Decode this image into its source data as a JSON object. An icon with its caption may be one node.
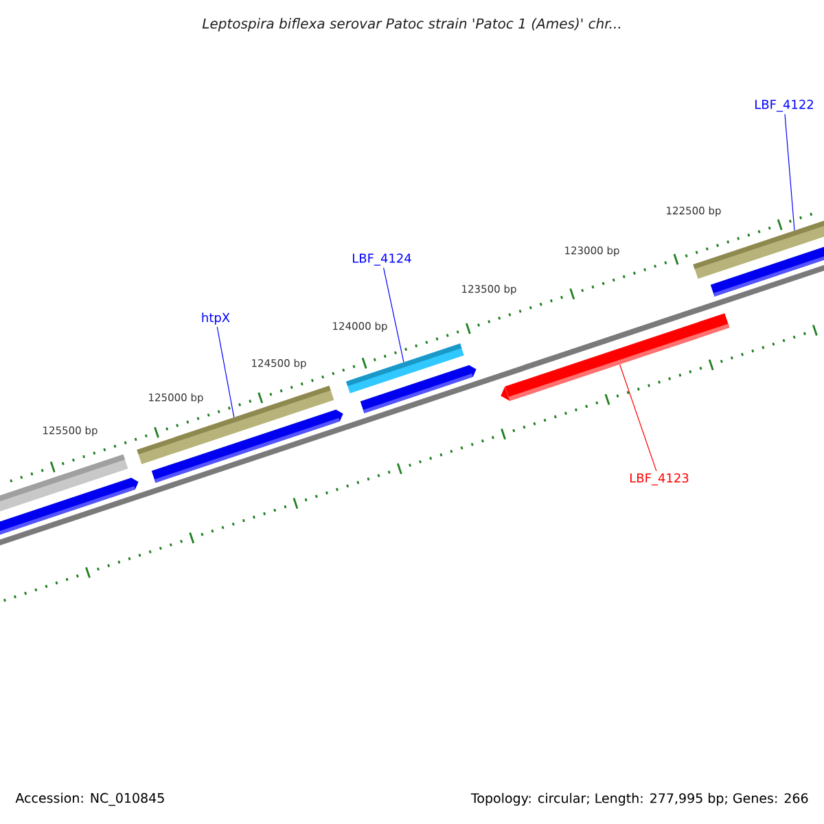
{
  "diagram": {
    "title": "Leptospira biflexa serovar Patoc strain 'Patoc 1 (Ames)' chr...",
    "nodes": [
      {
        "text": [
          "htpX"
        ]
      },
      {
        "text": [],
        "shape": "bar"
      },
      {
        "text": [
          "LBF_4124"
        ]
      },
      {
        "text": [],
        "shape": "bar"
      },
      {
        "text": [
          "LBF_4122"
        ]
      },
      {
        "text": [],
        "shape": "bar"
      },
      {
        "text": [
          "LBF_4123"
        ]
      },
      {
        "text": [],
        "shape": "bar"
      }
    ],
    "edges": [
      {
        "from": 0,
        "to": 1,
        "arrow": "none"
      },
      {
        "from": 2,
        "to": 3,
        "arrow": "none"
      },
      {
        "from": 4,
        "to": 5,
        "arrow": "none"
      },
      {
        "from": 6,
        "to": 7,
        "arrow": "none",
        "color": "#ff0000"
      }
    ],
    "labels": [
      "122500 bp",
      "123000 bp",
      "123500 bp",
      "124000 bp",
      "124500 bp",
      "125000 bp",
      "125500 bp",
      "Accession: NC_010845",
      "Topology: circular; Length: 277,995 bp; Genes: 266"
    ]
  }
}
